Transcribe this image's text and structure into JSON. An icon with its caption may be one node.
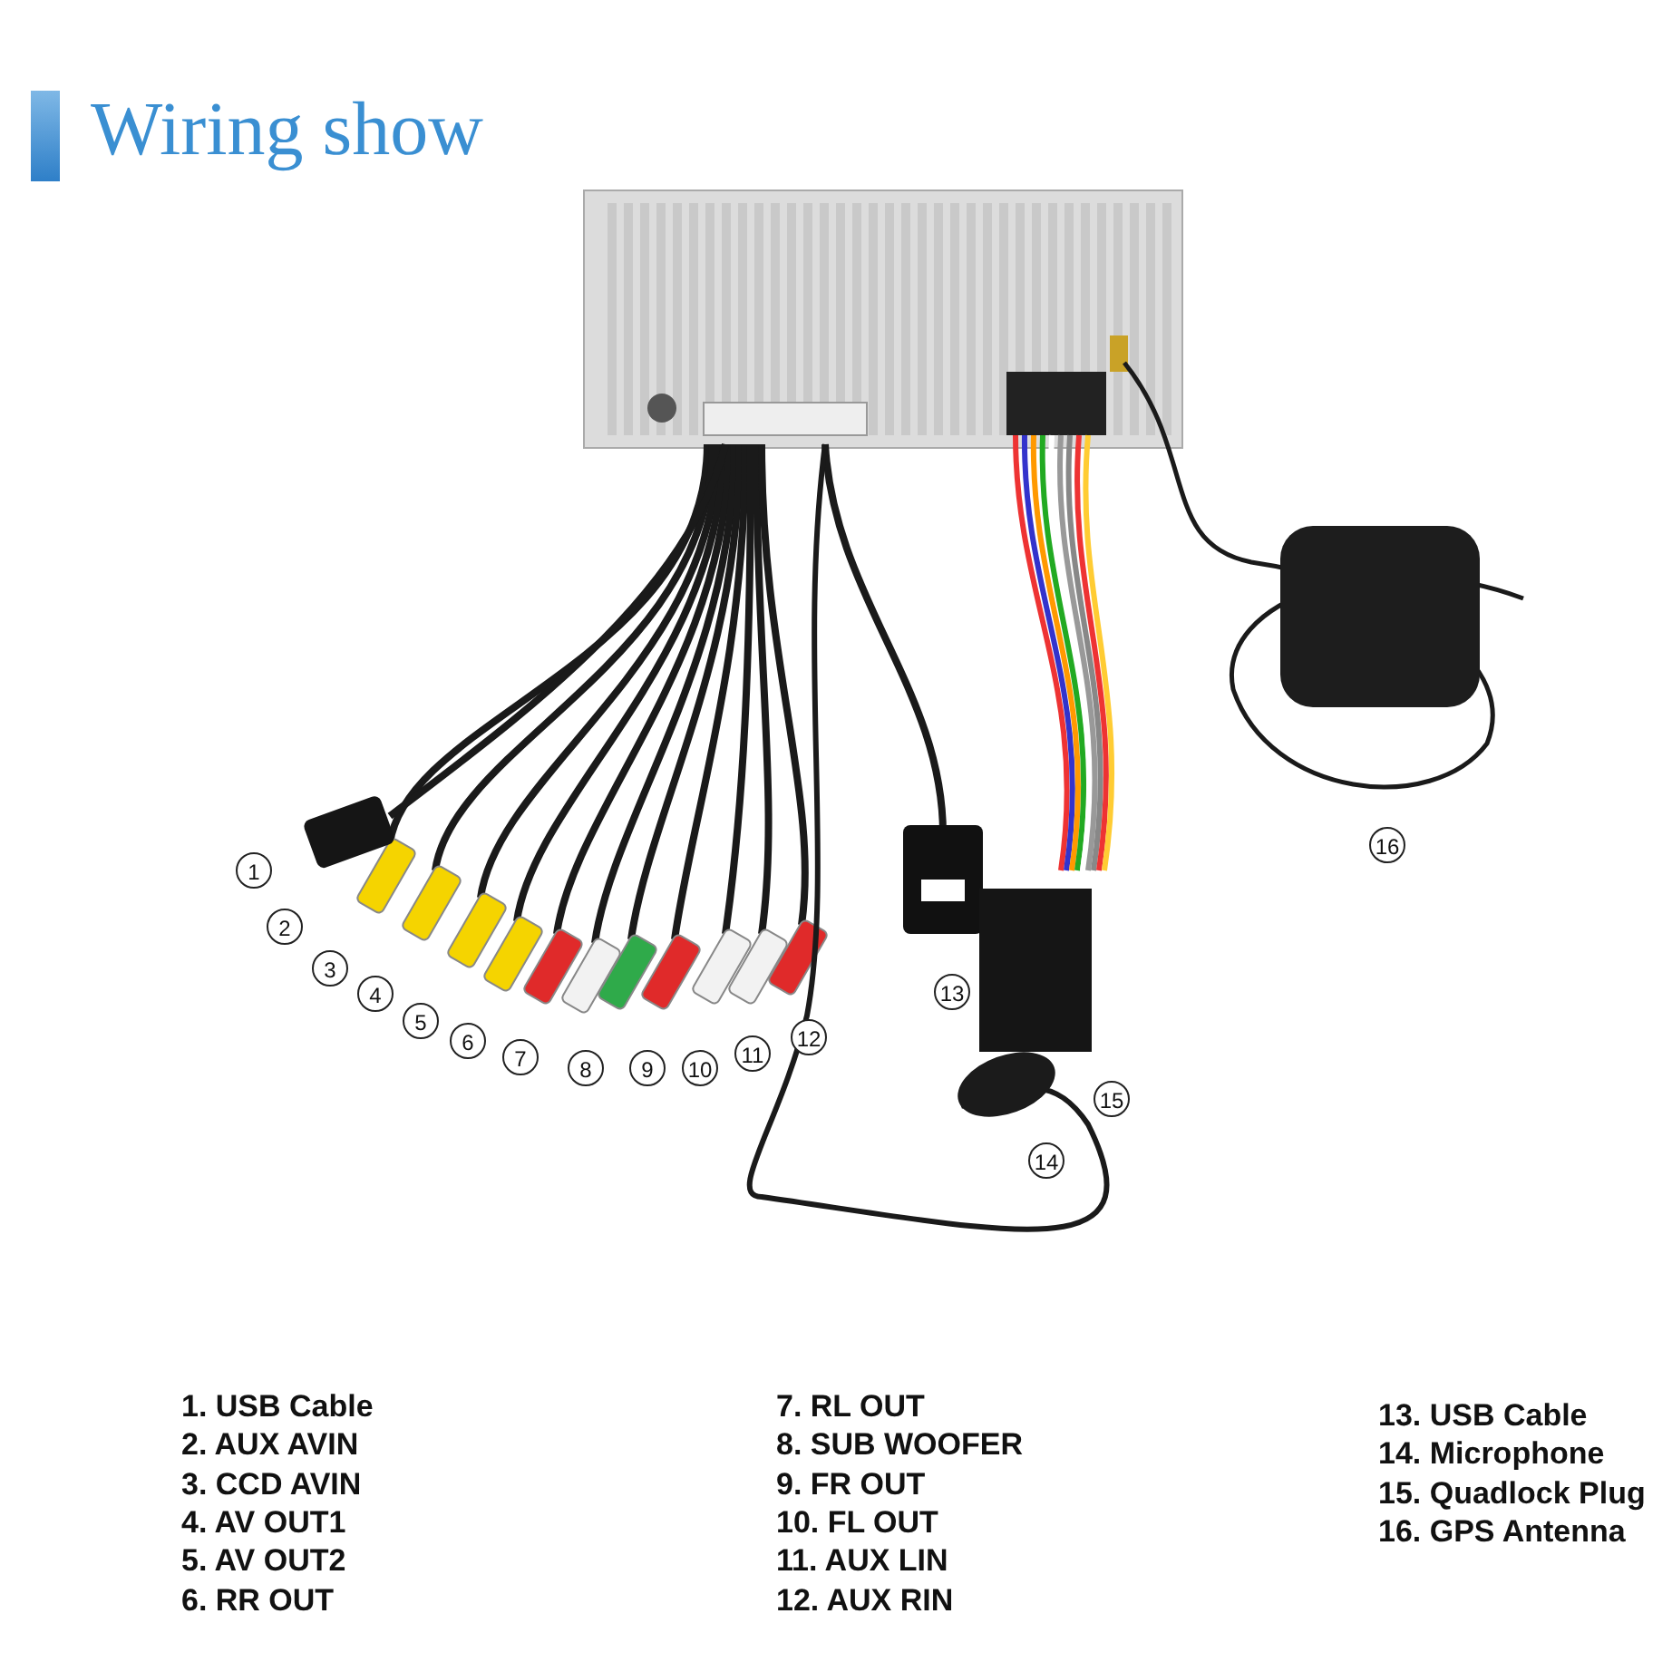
{
  "diagram": {
    "title": "Wiring show",
    "labels": [
      "1",
      "2",
      "3",
      "4",
      "5",
      "6",
      "7",
      "8",
      "9",
      "10",
      "11",
      "12",
      "13",
      "14",
      "15",
      "16",
      "1. USB Cable",
      "2. AUX AVIN",
      "3. CCD AVIN",
      "4. AV OUT1",
      "5. AV OUT2",
      "6. RR OUT",
      "7. RL OUT",
      "8. SUB WOOFER",
      "9. FR OUT",
      "10. FL OUT",
      "11. AUX LIN",
      "12. AUX RIN",
      "13. USB Cable",
      "14. Microphone",
      "15. Quadlock Plug",
      "16. GPS Antenna"
    ]
  }
}
